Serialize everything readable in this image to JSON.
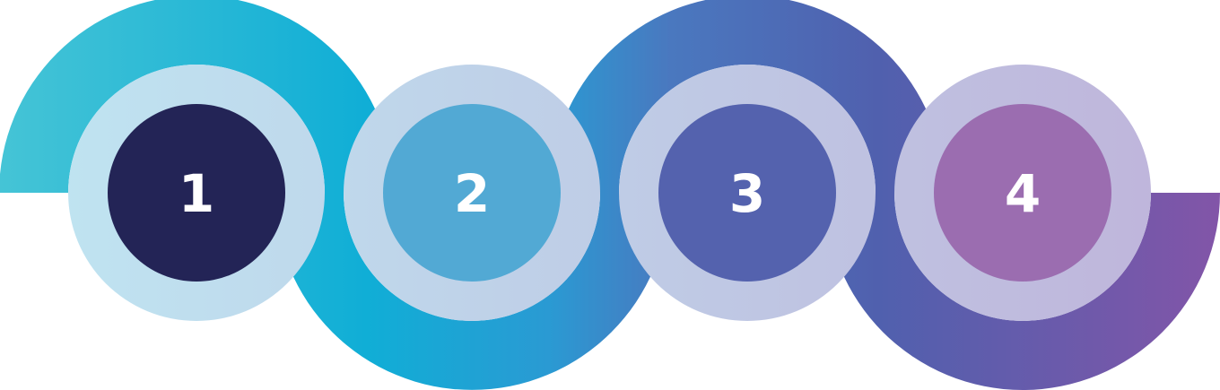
{
  "colors": {
    "gradient_start": "#45C4D6",
    "gradient_mid1": "#10AED6",
    "gradient_mid2": "#2A9AD3",
    "gradient_mid3": "#4A78BF",
    "gradient_mid4": "#5060AE",
    "gradient_end": "#8255A8",
    "ring_inner_start": "#BFE6F2",
    "ring_inner_end": "#BFB3DA"
  },
  "steps": [
    {
      "label": "1",
      "color": "#232456"
    },
    {
      "label": "2",
      "color": "#52A9D4"
    },
    {
      "label": "3",
      "color": "#5462AE"
    },
    {
      "label": "4",
      "color": "#9B6DB0"
    }
  ]
}
